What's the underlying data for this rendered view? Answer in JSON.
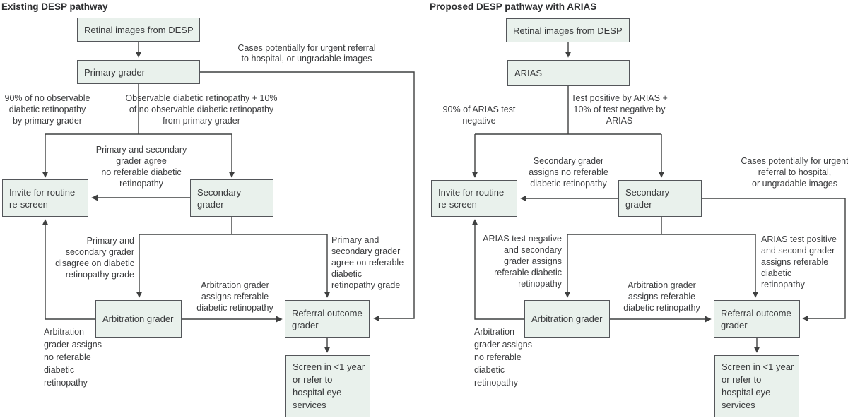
{
  "colors": {
    "node_fill": "#e9f1ec",
    "node_border": "#54565a",
    "line": "#3f4040",
    "text": "#3b3c3e",
    "title": "#2e2f31",
    "background": "#ffffff"
  },
  "panels": {
    "left": {
      "title": "Existing DESP pathway",
      "nodes": {
        "retinal": "Retinal images from DESP",
        "primary": "Primary grader",
        "invite": "Invite for routine\nre-screen",
        "secondary": "Secondary grader",
        "arbitration": "Arbitration grader",
        "referral": "Referral outcome\ngrader",
        "screen": "Screen in <1 year\nor refer to\nhospital eye\nservices"
      },
      "labels": {
        "urgent": "Cases potentially for urgent referral\nto hospital, or ungradable images",
        "ninety": "90% of no observable\ndiabetic retinopathy\nby primary grader",
        "observable": "Observable diabetic retinopathy + 10%\nof no observable diabetic retinopathy\nfrom primary grader",
        "agree_no_referable": "Primary and secondary\ngrader agree\nno referable diabetic\nretinopathy",
        "disagree": "Primary and\nsecondary grader\ndisagree on diabetic\nretinopathy grade",
        "agree_referable": "Primary and\nsecondary grader\nagree on referable\ndiabetic\nretinopathy grade",
        "arb_referable": "Arbitration grader\nassigns referable\ndiabetic retinopathy",
        "arb_no_referable": "Arbitration\ngrader assigns\nno referable\ndiabetic\nretinopathy"
      }
    },
    "right": {
      "title": "Proposed DESP pathway with ARIAS",
      "nodes": {
        "retinal": "Retinal images from DESP",
        "arias": "ARIAS",
        "invite": "Invite for routine\nre-screen",
        "secondary": "Secondary grader",
        "arbitration": "Arbitration grader",
        "referral": "Referral outcome\ngrader",
        "screen": "Screen in <1 year\nor refer to\nhospital eye\nservices"
      },
      "labels": {
        "ninety": "90% of ARIAS test\nnegative",
        "test_positive": "Test positive by ARIAS +\n10% of test negative by\nARIAS",
        "secondary_no_referable": "Secondary grader\nassigns no referable\ndiabetic retinopathy",
        "urgent": "Cases potentially for urgent\nreferral to hospital,\nor ungradable images",
        "negative_referable": "ARIAS test negative\nand secondary\ngrader assigns\nreferable diabetic\nretinopathy",
        "positive_referable": "ARIAS test positive\nand second grader\nassigns referable\ndiabetic\nretinopathy",
        "arb_referable": "Arbitration grader\nassigns referable\ndiabetic retinopathy",
        "arb_no_referable": "Arbitration\ngrader assigns\nno referable\ndiabetic\nretinopathy"
      }
    }
  }
}
